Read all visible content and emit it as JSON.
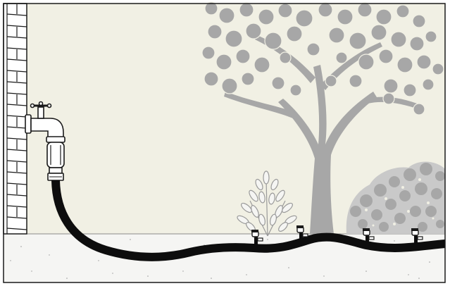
{
  "illustration": {
    "subject": "garden-hose-irrigation",
    "colors": {
      "sky": "#f1f0e4",
      "ground": "#f5f5f3",
      "outline": "#1a1a1a",
      "foliage": "#a7a7a7",
      "foliage_light": "#c9c9c9",
      "hose": "#0d0d0d",
      "wall_fill": "#ffffff"
    },
    "icons": [
      "brick-wall",
      "faucet-icon",
      "hose-connector-icon",
      "tree-icon",
      "bush-icon",
      "shrub-icon",
      "sprinkler-icon"
    ],
    "sprinkler_count": 4
  }
}
